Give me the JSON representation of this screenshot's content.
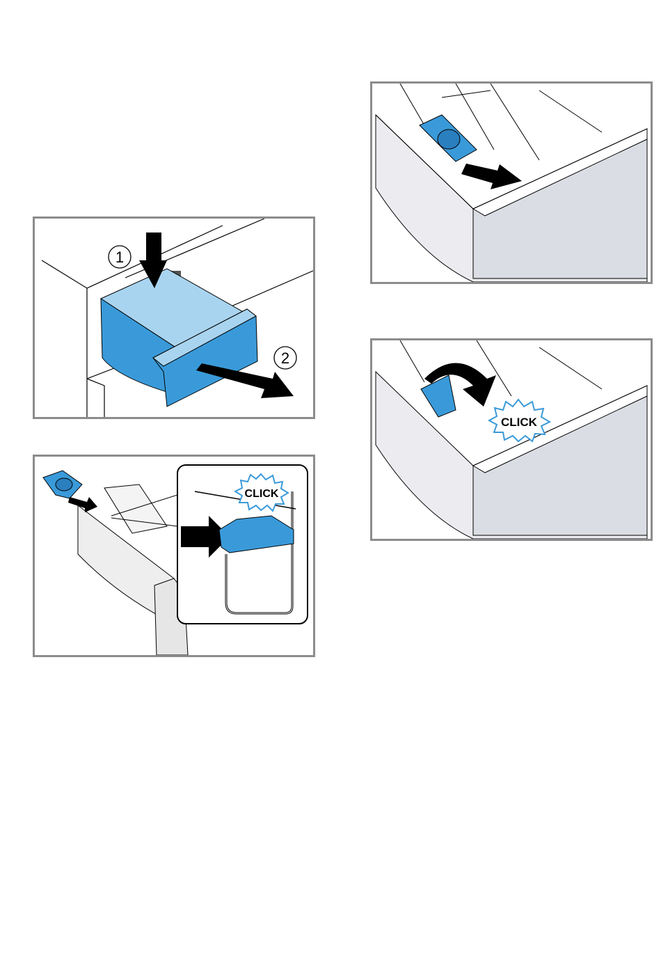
{
  "figures": [
    {
      "id": "remove-drawer",
      "step_labels": [
        "1",
        "2"
      ]
    },
    {
      "id": "insert-insert",
      "callout": "CLICK"
    },
    {
      "id": "pull-insert"
    },
    {
      "id": "rotate-insert",
      "callout": "CLICK"
    }
  ],
  "colors": {
    "accent_blue": "#3a9ad9",
    "light_blue": "#a9d4ef",
    "frame": "#8c8c8c"
  }
}
